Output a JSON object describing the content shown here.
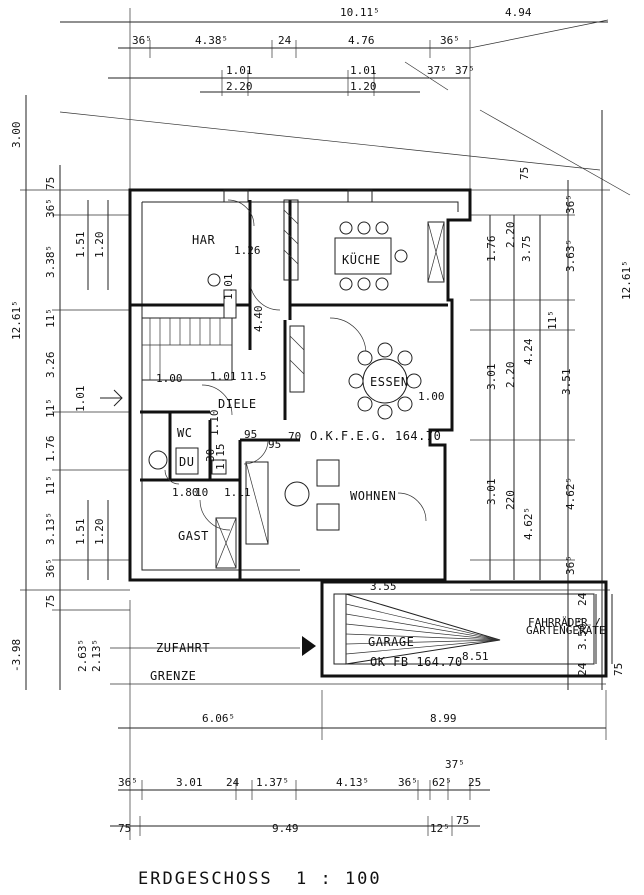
{
  "title": "ERDGESCHOSS",
  "scale": "1 : 100",
  "colors": {
    "ink": "#111111",
    "paper": "#ffffff"
  },
  "rooms": {
    "har": "HAR",
    "kueche": "KÜCHE",
    "essen": "ESSEN",
    "diele": "DIELE",
    "wc": "WC",
    "du": "DU",
    "wohnen": "WOHNEN",
    "gast": "GAST",
    "garage": "GARAGE",
    "fahrraeder": "FAHRRÄDER /",
    "gartengeraete": "GARTENGERÄTE"
  },
  "labels": {
    "level_main": "O.K.F.E.G. 164.70",
    "level_garage": "OK FB 164.70",
    "zufahrt": "ZUFAHRT",
    "grenze": "GRENZE"
  },
  "dims": {
    "top_total": "10.11⁵",
    "top_right": "4.94",
    "top_a": "36⁵",
    "top_b": "4.38⁵",
    "top_c": "24",
    "top_d": "4.76",
    "top_e": "36⁵",
    "win1_a": "1.01",
    "win1_b": "2.20",
    "win2_a": "1.01",
    "win2_b": "1.20",
    "win_r1": "37⁵",
    "win_r2": "37⁵",
    "left_300": "3.00",
    "left_total": "12.61⁵",
    "left_75": "75",
    "left_36": "36⁵",
    "left_338": "3.38⁵",
    "left_151": "1.51",
    "left_120": "1.20",
    "left_115a": "11⁵",
    "left_326": "3.26",
    "left_115b": "11⁵",
    "left_101": "1.01",
    "left_176": "1.76",
    "left_115c": "11⁵",
    "left_313": "3.13⁵",
    "left_151b": "1.51",
    "left_120b": "1.20",
    "left_36b": "36⁵",
    "left_75b": "75",
    "left_398": "-3.98",
    "left_263": "2.63⁵",
    "left_213": "2.13⁵",
    "right_total": "12.61⁵",
    "right_75": "75",
    "right_36": "36⁵",
    "right_176": "1.76",
    "right_220": "2.20",
    "right_375": "3.75",
    "right_363": "3.63⁵",
    "right_115": "11⁵",
    "right_301": "3.01",
    "right_424": "4.24",
    "right_220b": "2.20",
    "right_351": "3.51",
    "right_301b": "3.01",
    "right_220c": "220",
    "right_462": "4.62⁵",
    "right_462b": "4.62⁵",
    "right_36b": "36⁵",
    "int_126": "1.26",
    "int_101": "1.01",
    "int_440": "4.40",
    "int_1001": "1.00",
    "int_1002": "1.01",
    "int_115": "11.5",
    "int_110": "1.10",
    "int_95": "95",
    "int_95b": "95",
    "int_70": "70",
    "int_180": "1.80",
    "int_10": "10",
    "int_111": "1.11",
    "int_30": "30",
    "int_115b": "1.15",
    "int_100": "1.00",
    "int_355": "3.55",
    "gar_24a": "24",
    "gar_350": "3.50⁵",
    "gar_24b": "24",
    "gar_851": "8.51",
    "gar_75": "75",
    "bot_606": "6.06⁵",
    "bot_899": "8.99",
    "bot_36": "36⁵",
    "bot_301": "3.01",
    "bot_24": "24",
    "bot_137": "1.37⁵",
    "bot_413": "4.13⁵",
    "bot_36b": "36⁵",
    "bot_62": "62⁵",
    "bot_37": "37⁵",
    "bot_25": "25",
    "bot_75": "75",
    "bot_949": "9.49",
    "bot_125": "12⁵",
    "bot_75b": "75"
  }
}
